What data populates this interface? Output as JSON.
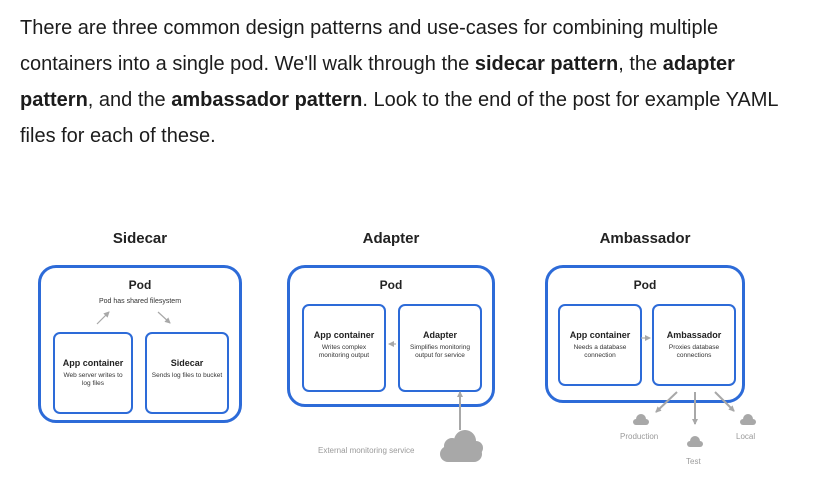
{
  "intro": {
    "t1": "There are three common design patterns and use-cases for combining multiple containers into a single pod. We'll walk through the ",
    "b1": "sidecar pattern",
    "t2": ", the ",
    "b2": "adapter pattern",
    "t3": ", and the ",
    "b3": "ambassador pattern",
    "t4": ". Look to the end of the post for example YAML files for each of these."
  },
  "sidecar": {
    "title": "Sidecar",
    "pod_label": "Pod",
    "pod_sub": "Pod has shared filesystem",
    "app": {
      "title": "App container",
      "desc": "Web server writes to log files"
    },
    "side": {
      "title": "Sidecar",
      "desc": "Sends log files to bucket"
    }
  },
  "adapter": {
    "title": "Adapter",
    "pod_label": "Pod",
    "app": {
      "title": "App container",
      "desc": "Writes complex monitoring output"
    },
    "adapter_box": {
      "title": "Adapter",
      "desc": "Simplifies monitoring output for service"
    },
    "external": "External monitoring service",
    "cloud_icon": "cloud-icon"
  },
  "ambassador": {
    "title": "Ambassador",
    "pod_label": "Pod",
    "app": {
      "title": "App container",
      "desc": "Needs a database connection"
    },
    "amb_box": {
      "title": "Ambassador",
      "desc": "Proxies database connections"
    },
    "env_production": "Production",
    "env_test": "Test",
    "env_local": "Local"
  },
  "colors": {
    "blue": "#2d6bd8",
    "gray": "#a8a8a8",
    "text": "#1c1c1c"
  }
}
